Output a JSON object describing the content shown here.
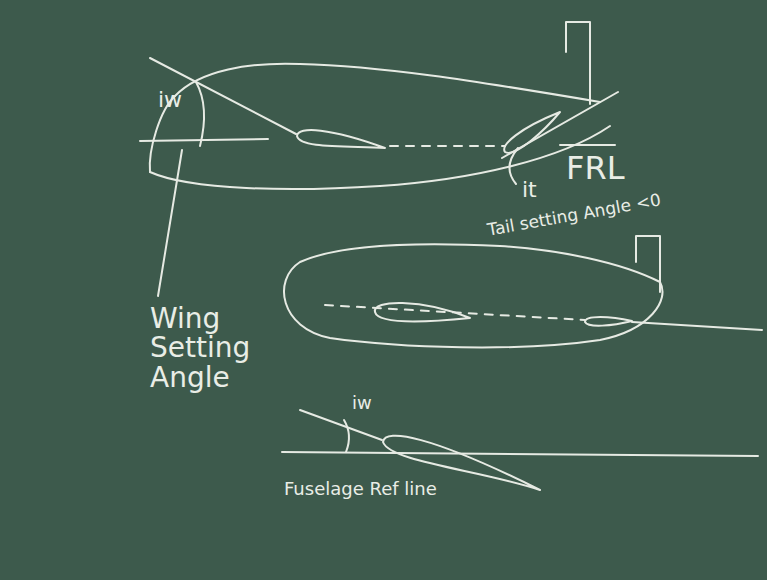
{
  "diagram": {
    "labels": [
      "iw",
      "FRL",
      "it",
      "Tail setting Angle <0",
      "Wing Setting Angle",
      "iw",
      "Fuselage Ref line"
    ]
  }
}
